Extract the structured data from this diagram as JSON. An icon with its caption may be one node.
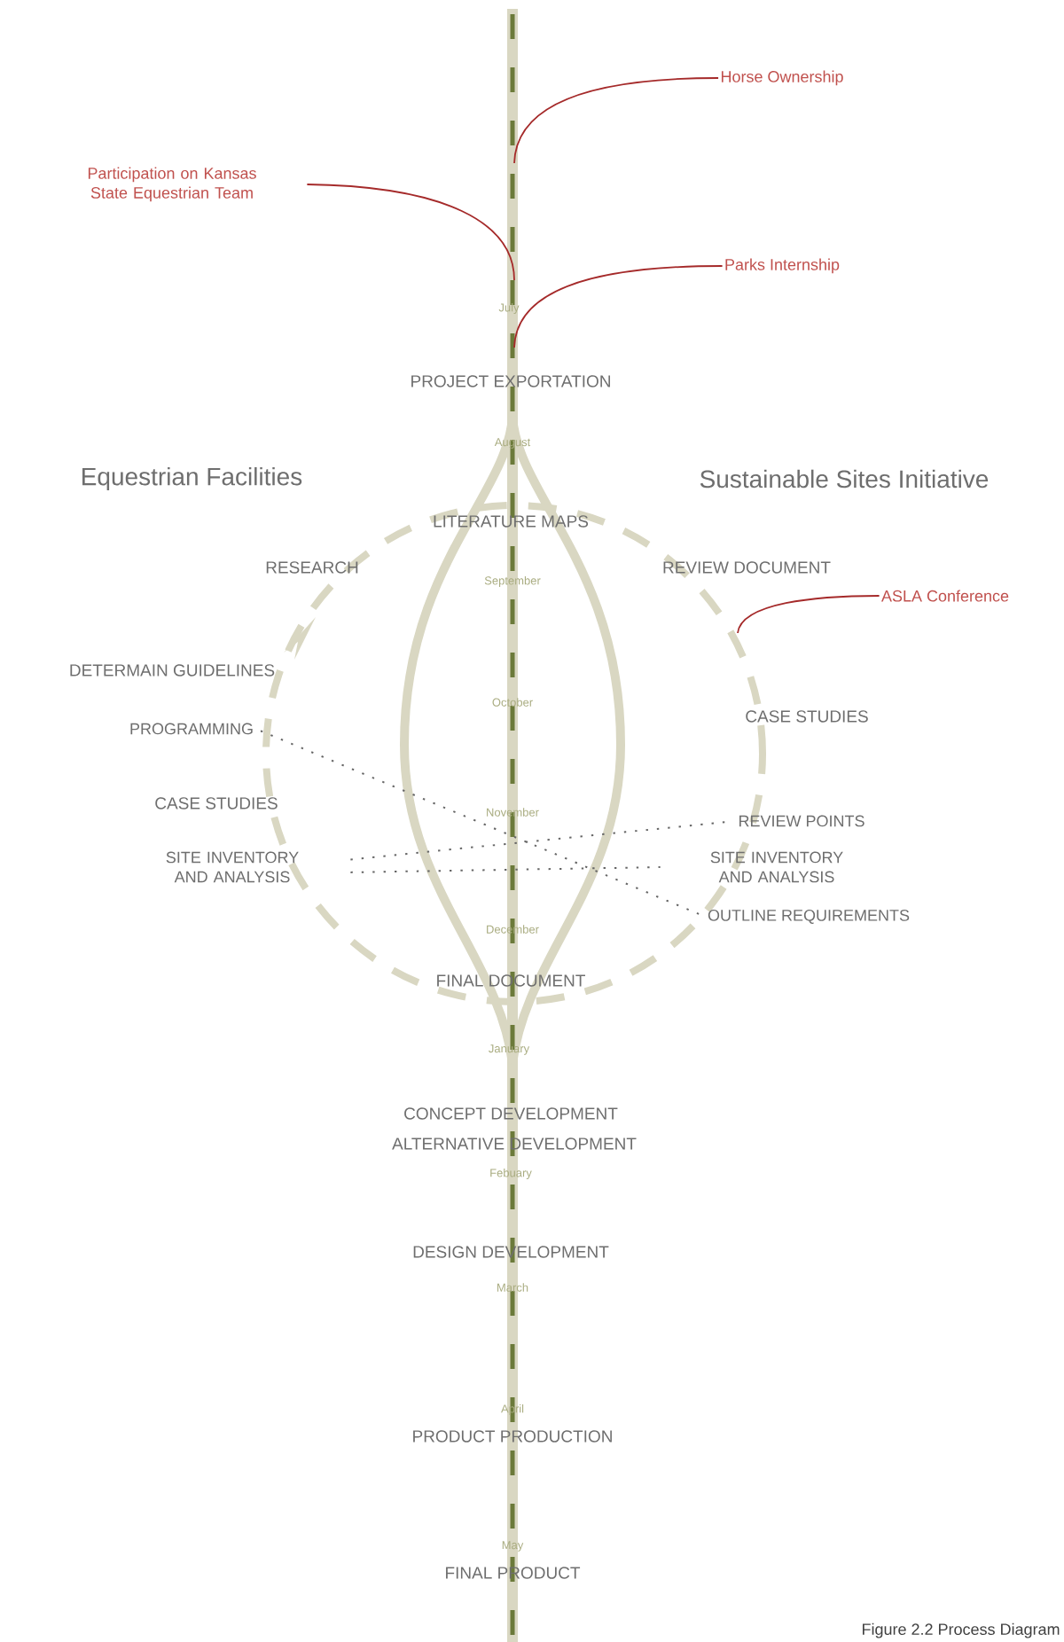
{
  "diagram": {
    "caption": "Figure 2.2 Process Diagram",
    "nodes": [
      {
        "text": [
          "Horse Ownership"
        ]
      },
      {
        "text": [
          "Participation on Kansas State Equestrian Team"
        ]
      },
      {
        "text": [
          "Parks Internship"
        ]
      },
      {
        "text": [
          "ASLA Conference"
        ]
      },
      {
        "text": [
          "PROGRAMMING"
        ]
      },
      {
        "text": [
          "REVIEW POINTS"
        ]
      },
      {
        "text": [
          "SITE INVENTORY AND ANALYSIS"
        ]
      },
      {
        "text": [
          "SITE INVENTORY AND ANALYSIS"
        ]
      },
      {
        "text": [
          "OUTLINE REQUIREMENTS"
        ]
      }
    ],
    "edges": [
      {
        "from": 0,
        "to": null,
        "arrow": "none"
      },
      {
        "from": 1,
        "to": null,
        "arrow": "none"
      },
      {
        "from": 2,
        "to": null,
        "arrow": "none"
      },
      {
        "from": 3,
        "to": null,
        "arrow": "none"
      },
      {
        "from": 4,
        "to": 8,
        "arrow": "none",
        "style": "dashed",
        "color": "#666666"
      },
      {
        "from": 6,
        "to": 5,
        "arrow": "none",
        "style": "dashed",
        "color": "#666666"
      },
      {
        "from": 6,
        "to": 7,
        "arrow": "none",
        "style": "dashed",
        "color": "#666666"
      }
    ],
    "labels": [
      "July",
      "PROJECT EXPORTATION",
      "August",
      "Equestrian Facilities",
      "Sustainable Sites Initiative",
      "LITERATURE MAPS",
      "RESEARCH",
      "REVIEW DOCUMENT",
      "September",
      "DETERMAIN GUIDELINES",
      "October",
      "CASE STUDIES",
      "CASE STUDIES",
      "November",
      "December",
      "FINAL DOCUMENT",
      "January",
      "CONCEPT DEVELOPMENT",
      "ALTERNATIVE DEVELOPMENT",
      "Febuary",
      "DESIGN DEVELOPMENT",
      "March",
      "April",
      "PRODUCT PRODUCTION",
      "May",
      "FINAL PRODUCT"
    ]
  }
}
